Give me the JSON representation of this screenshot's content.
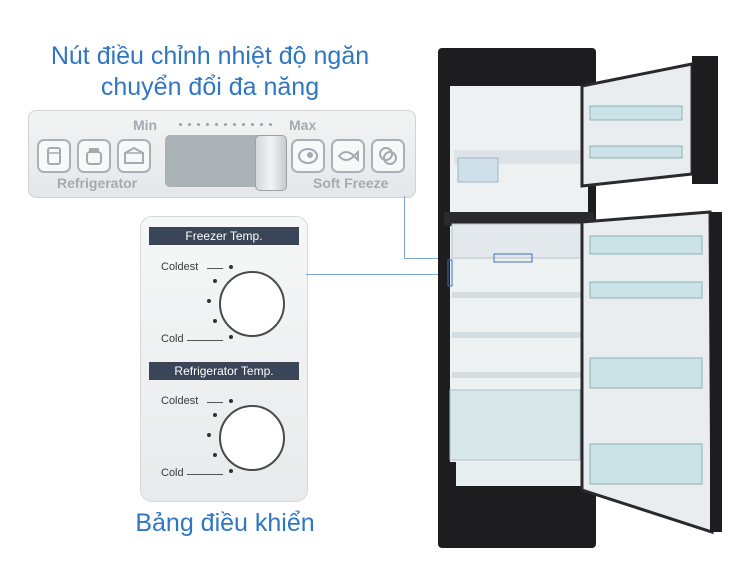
{
  "captions": {
    "top": "Nút điều chỉnh nhiệt độ ngăn chuyển đổi đa năng",
    "bottom": "Bảng điều khiển"
  },
  "control_strip": {
    "min_label": "Min",
    "max_label": "Max",
    "left_label": "Refrigerator",
    "right_label": "Soft Freeze",
    "left_icons": [
      "drink-can-icon",
      "jar-icon",
      "food-box-icon"
    ],
    "right_icons": [
      "meat-icon",
      "fish-icon",
      "frozen-food-icon"
    ]
  },
  "temp_panel": {
    "freezer": {
      "title": "Freezer Temp.",
      "high_label": "Coldest",
      "low_label": "Cold"
    },
    "refrigerator": {
      "title": "Refrigerator Temp.",
      "high_label": "Coldest",
      "low_label": "Cold"
    }
  },
  "colors": {
    "caption": "#2f76c3",
    "pointer_line": "#7ea8d8",
    "panel_header": "#3a4657",
    "fridge_body": "#1d1d1f"
  }
}
